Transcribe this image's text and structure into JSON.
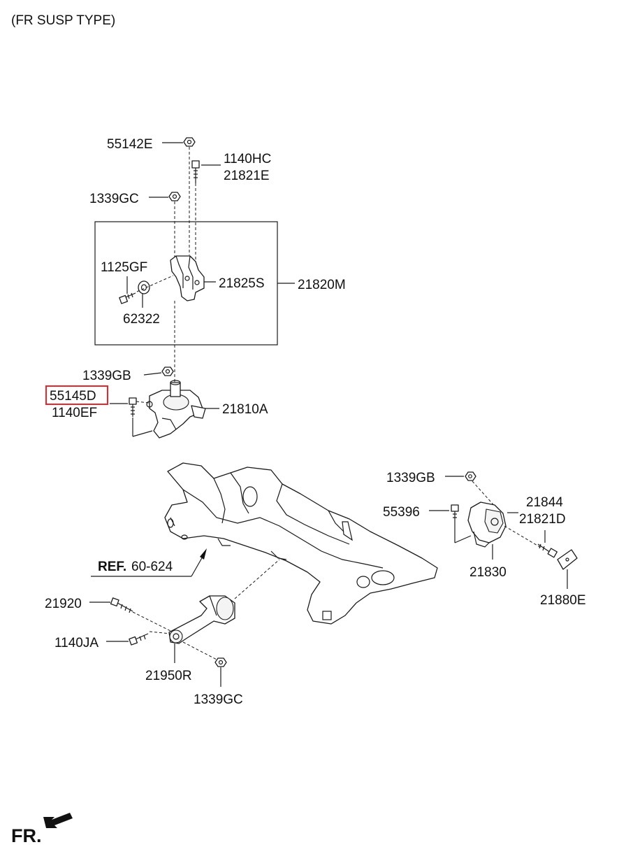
{
  "header": {
    "title": "(FR SUSP TYPE)"
  },
  "labels": {
    "p55142E": "55142E",
    "p1140HC": "1140HC",
    "p21821E": "21821E",
    "p1339GC_top": "1339GC",
    "p1125GF": "1125GF",
    "p21825S": "21825S",
    "p21820M": "21820M",
    "p62322": "62322",
    "p1339GB_left": "1339GB",
    "p55145D": "55145D",
    "p1140EF": "1140EF",
    "p21810A": "21810A",
    "p1339GB_right": "1339GB",
    "p21844": "21844",
    "p55396": "55396",
    "p21821D": "21821D",
    "p21830": "21830",
    "p21880E": "21880E",
    "ref_prefix": "REF.",
    "ref_number": "60-624",
    "p21920": "21920",
    "p1140JA": "1140JA",
    "p21950R": "21950R",
    "p1339GC_bottom": "1339GC"
  },
  "footer": {
    "direction_label": "FR."
  },
  "colors": {
    "highlight": "#e8262b",
    "ink": "#111111"
  },
  "highlighted_part": "55145D"
}
